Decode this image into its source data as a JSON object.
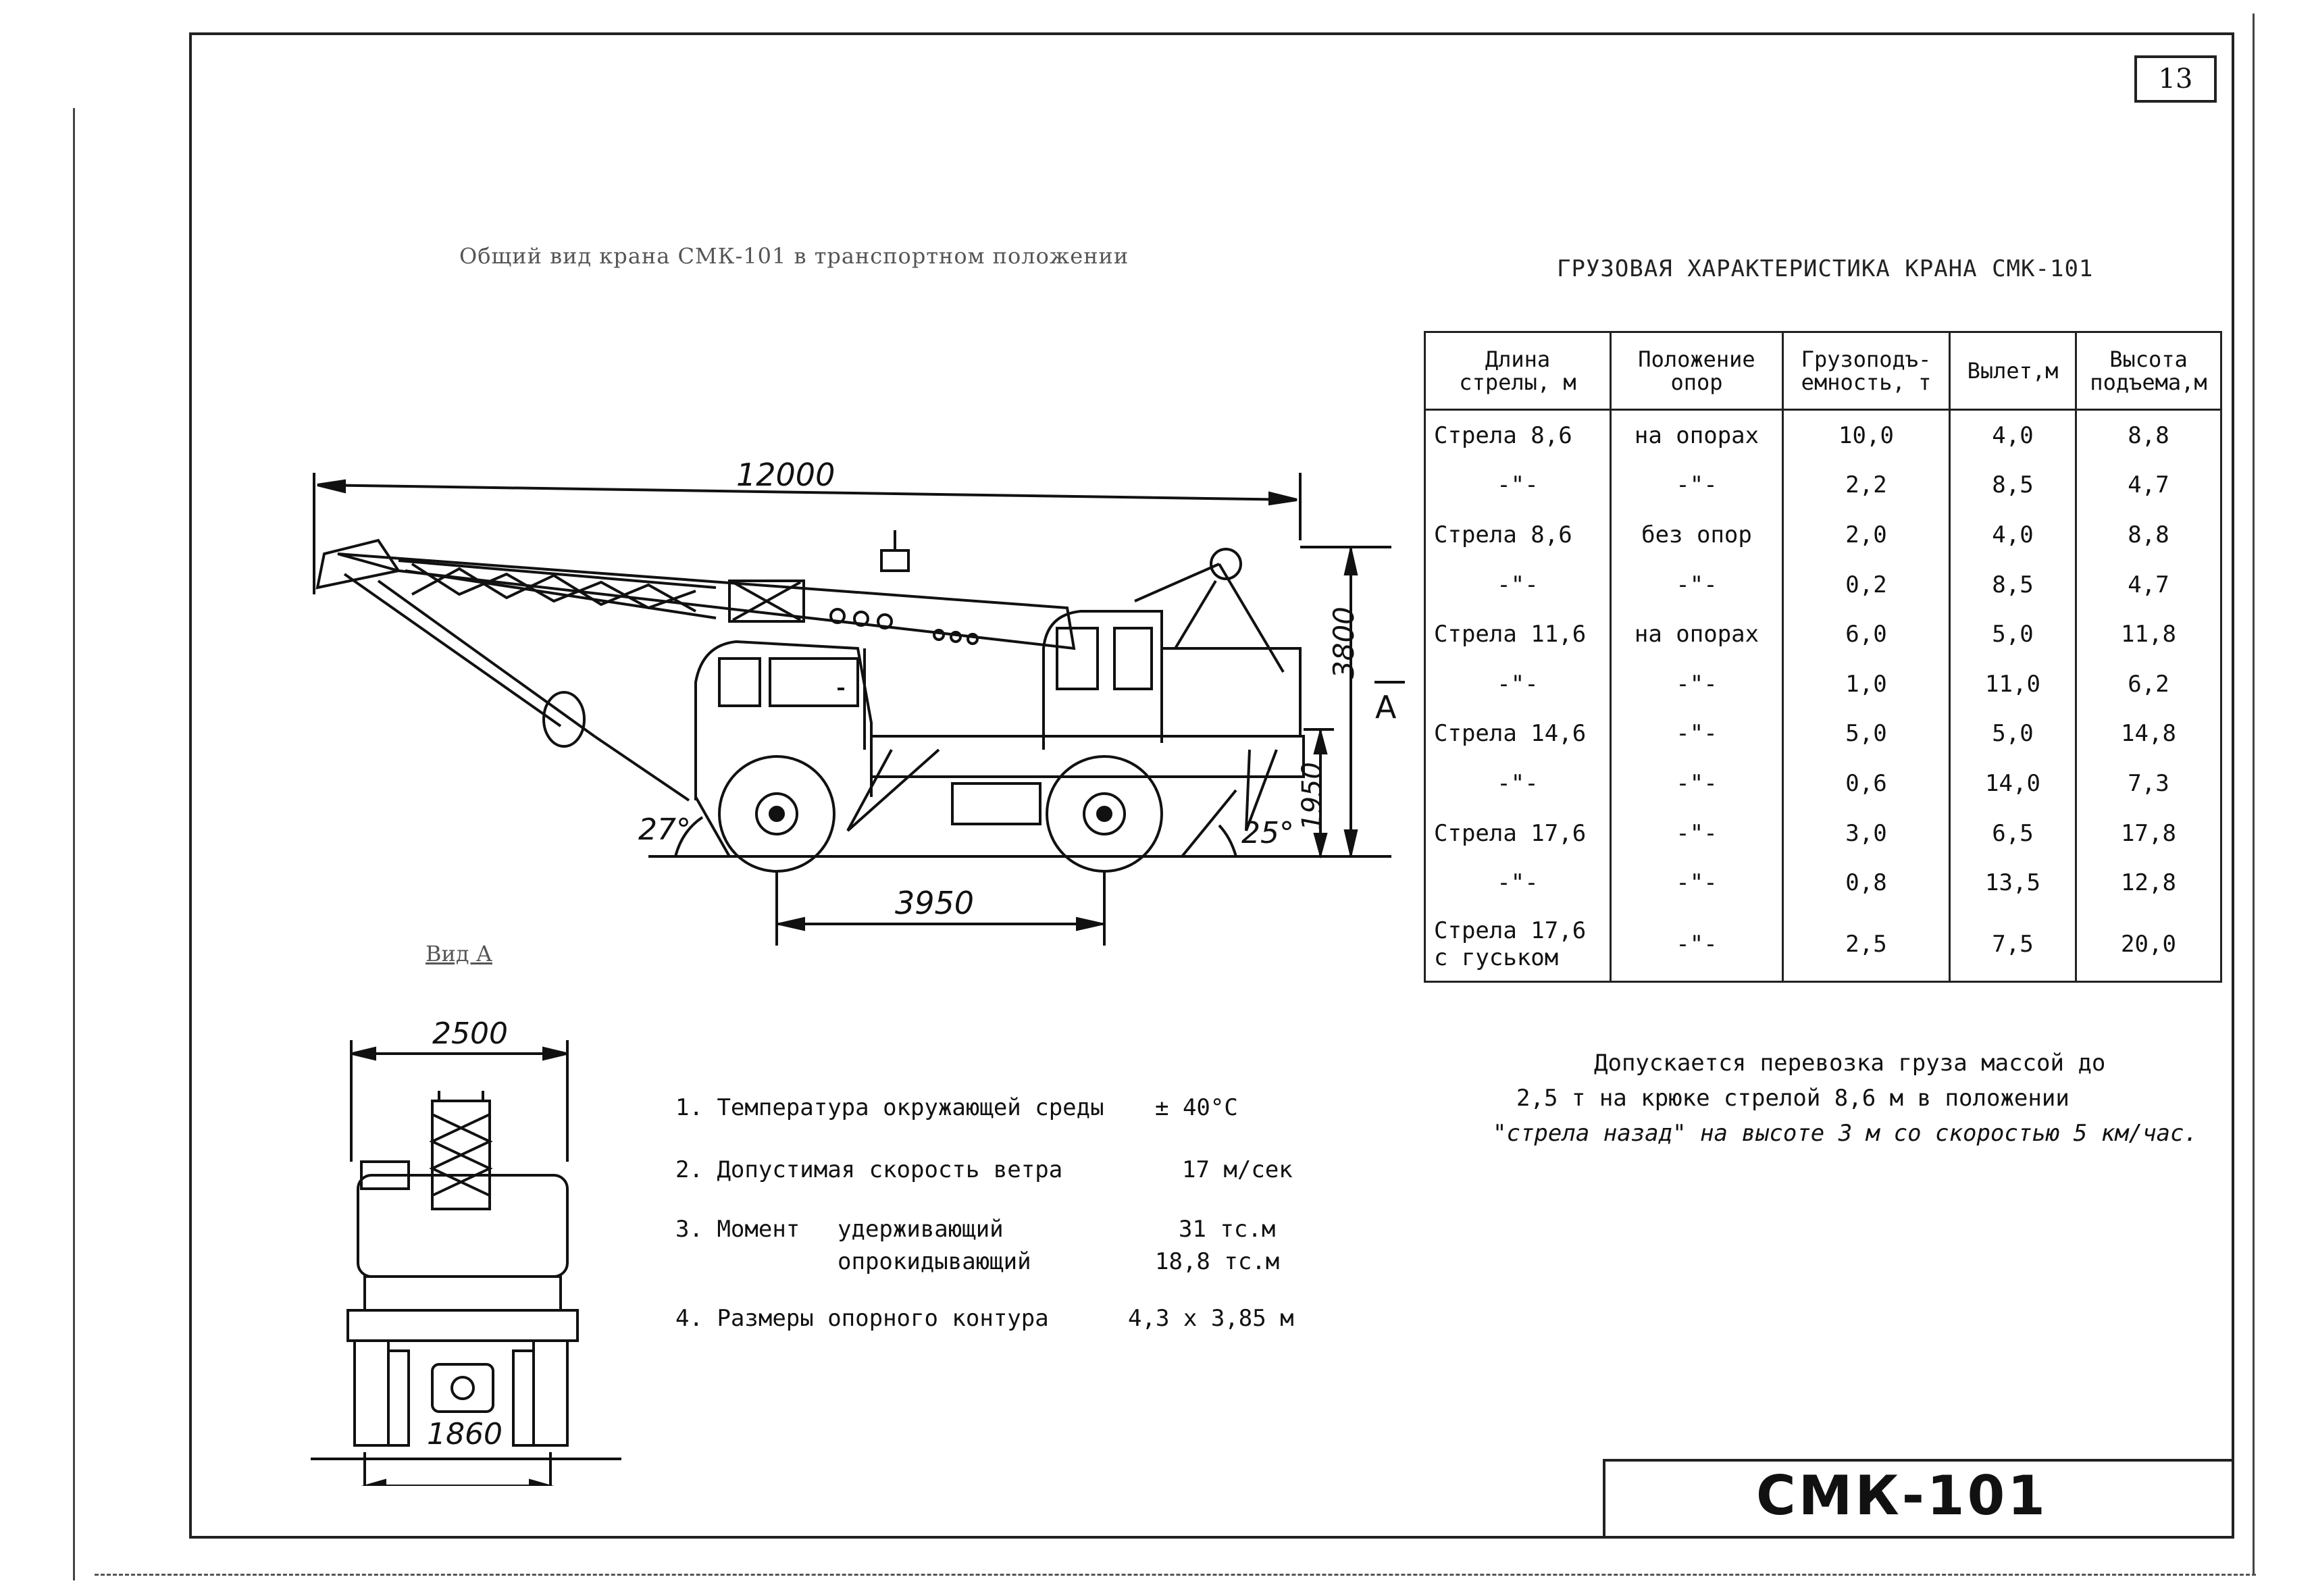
{
  "page_number": "13",
  "drawing": {
    "title": "Общий вид крана СМК-101 в транспортном положении",
    "dimensions": {
      "overall_length": "12000",
      "height_boom": "3800",
      "height_frame": "1950",
      "wheelbase": "3950",
      "angle_front": "27°",
      "angle_rear": "25°",
      "section_marker": "А"
    },
    "view_a": {
      "label": "Вид А",
      "width_total": "2500",
      "track_width": "1860"
    }
  },
  "cargo_table": {
    "title": "ГРУЗОВАЯ ХАРАКТЕРИСТИКА КРАНА СМК-101",
    "headers": [
      "Длина стрелы, м",
      "Положение опор",
      "Грузоподъ-емность, т",
      "Вылет,м",
      "Высота подъема,м"
    ],
    "rows": [
      [
        "Стрела 8,6",
        "на опорах",
        "10,0",
        "4,0",
        "8,8"
      ],
      [
        "-\"-",
        "-\"-",
        "2,2",
        "8,5",
        "4,7"
      ],
      [
        "Стрела 8,6",
        "без опор",
        "2,0",
        "4,0",
        "8,8"
      ],
      [
        "-\"-",
        "-\"-",
        "0,2",
        "8,5",
        "4,7"
      ],
      [
        "Стрела 11,6",
        "на опорах",
        "6,0",
        "5,0",
        "11,8"
      ],
      [
        "-\"-",
        "-\"-",
        "1,0",
        "11,0",
        "6,2"
      ],
      [
        "Стрела 14,6",
        "-\"-",
        "5,0",
        "5,0",
        "14,8"
      ],
      [
        "-\"-",
        "-\"-",
        "0,6",
        "14,0",
        "7,3"
      ],
      [
        "Стрела 17,6",
        "-\"-",
        "3,0",
        "6,5",
        "17,8"
      ],
      [
        "-\"-",
        "-\"-",
        "0,8",
        "13,5",
        "12,8"
      ],
      [
        "Стрела 17,6 с гуськом",
        "-\"-",
        "2,5",
        "7,5",
        "20,0"
      ]
    ]
  },
  "note": [
    "Допускается перевозка груза массой до",
    "2,5 т на крюке стрелой 8,6 м в положении",
    "\"стрела назад\" на высоте 3 м со скоростью 5 км/час."
  ],
  "specs": [
    {
      "num": "1.",
      "label": "Температура окружающей среды",
      "value": "± 40°C"
    },
    {
      "num": "2.",
      "label": "Допустимая скорость ветра",
      "value": "17 м/сек"
    },
    {
      "num": "3.",
      "label": "Момент",
      "sub1_label": "удерживающий",
      "sub1_value": "31 тс.м",
      "sub2_label": "опрокидывающий",
      "sub2_value": "18,8 тс.м"
    },
    {
      "num": "4.",
      "label": "Размеры опорного контура",
      "value": "4,3 x 3,85 м"
    }
  ],
  "stamp": "СМК-101"
}
